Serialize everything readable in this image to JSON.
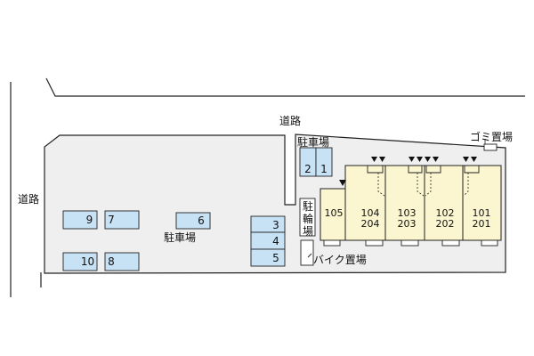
{
  "labels": {
    "road_top": "道路",
    "road_left": "道路",
    "garbage": "ゴミ置場",
    "parking_top": "駐車場",
    "parking_main": "駐車場",
    "bike_parking": "バイク置場",
    "bicycle_parking": "駐輪場"
  },
  "parking_spaces": [
    "1",
    "2",
    "3",
    "4",
    "5",
    "6",
    "7",
    "8",
    "9",
    "10"
  ],
  "units": [
    {
      "top": "105",
      "bottom": ""
    },
    {
      "top": "104",
      "bottom": "204"
    },
    {
      "top": "103",
      "bottom": "203"
    },
    {
      "top": "102",
      "bottom": "202"
    },
    {
      "top": "101",
      "bottom": "201"
    }
  ],
  "colors": {
    "lot": "#efefef",
    "parking_fill": "#c8e2f5",
    "building_fill": "#fbf6cf",
    "outline": "#222222",
    "road": "#ffffff"
  }
}
